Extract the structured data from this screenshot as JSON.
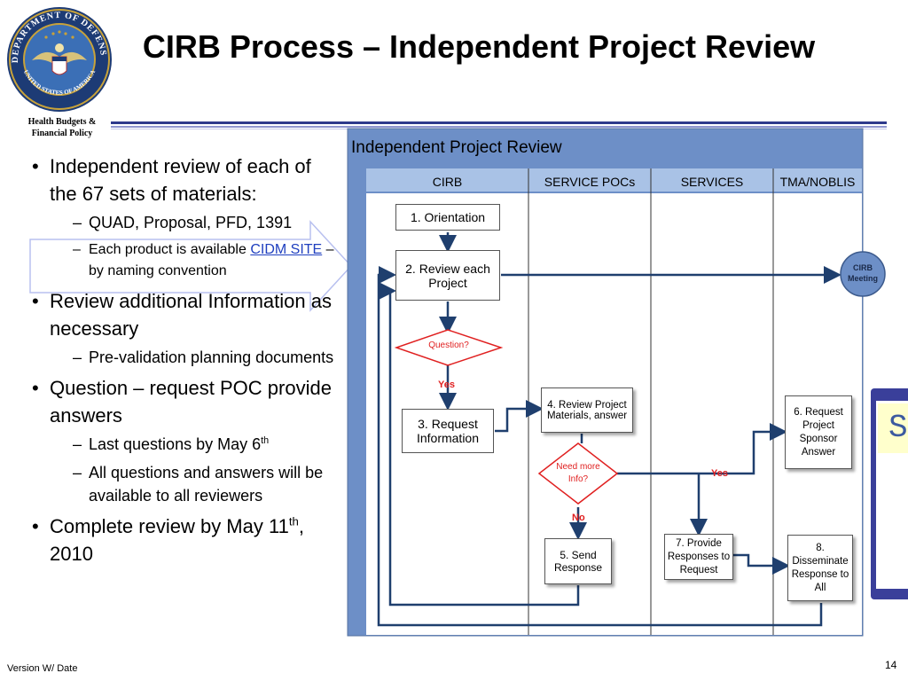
{
  "header": {
    "title": "CIRB Process – Independent Project Review",
    "org_label": "Health Budgets  &\nFinancial Policy",
    "seal_text_top": "DEPARTMENT OF DEFENSE",
    "seal_text_bottom": "UNITED STATES OF AMERICA"
  },
  "bullets": {
    "b1": "Independent review of each of the 67 sets of materials:",
    "b1_sub1": "QUAD, Proposal, PFD, 1391",
    "b1_sub2_prefix": "Each product is available ",
    "b1_sub2_link": "CIDM SITE",
    "b1_sub2_suffix": " – by naming convention",
    "b2": "Review additional Information as necessary",
    "b2_sub1": "Pre-validation planning documents",
    "b3": "Question – request POC provide answers",
    "b3_sub1_prefix": "Last questions by May 6",
    "b3_sub1_sup": "th",
    "b3_sub2": "All questions and answers will be available to all reviewers",
    "b4_prefix": "Complete review by May 11",
    "b4_sup": "th",
    "b4_suffix": ", 2010",
    "dash": "–"
  },
  "diagram": {
    "title": "Independent Project Review",
    "lanes": [
      "CIRB",
      "SERVICE POCs",
      "SERVICES",
      "TMA/NOBLIS"
    ],
    "steps": {
      "orientation": "1.  Orientation",
      "review_each": "2.  Review each Project",
      "question": "Question?",
      "request_info": "3.  Request Information",
      "review_materials": "4. Review Project Materials, answer",
      "need_more_info": "Need more Info?",
      "send_response": "5. Send Response",
      "request_sponsor": "6. Request Project Sponsor Answer",
      "provide_responses": "7. Provide Responses to Request",
      "disseminate": "8. Disseminate Response to All",
      "cirb_meeting": "CIRB Meeting"
    },
    "labels": {
      "yes1": "Yes",
      "yes2": "Yes",
      "no": "No"
    },
    "colors": {
      "frame": "#6d8fc7",
      "header_row": "#a9c2e6",
      "arrow": "#1f3f6e",
      "diamond": "#e02020",
      "meeting": "#6d8fc7"
    }
  },
  "side_panel": {
    "text": "S"
  },
  "footer": {
    "version": "Version W/ Date",
    "page": "14"
  }
}
